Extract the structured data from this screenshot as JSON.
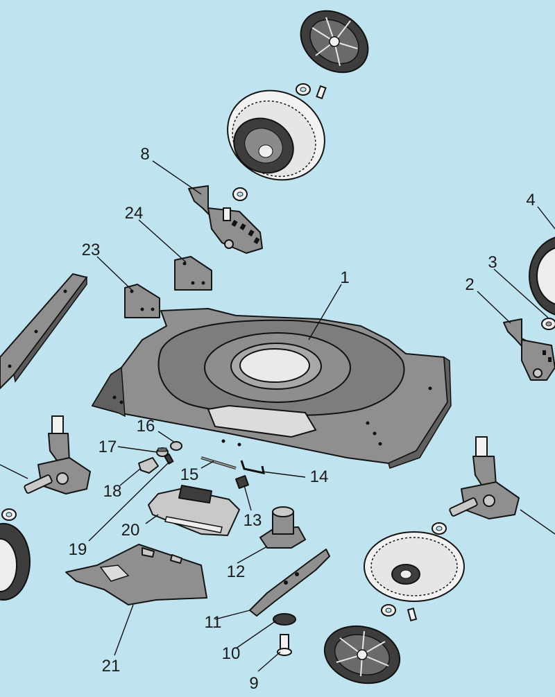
{
  "parts": [
    {
      "id": "1",
      "name": "deck"
    },
    {
      "id": "2",
      "name": "height-adjuster-front-right"
    },
    {
      "id": "3",
      "name": "washer-right"
    },
    {
      "id": "4",
      "name": "wheel-right"
    },
    {
      "id": "8",
      "name": "height-adjuster-rear-top"
    },
    {
      "id": "9",
      "name": "blade-bolt"
    },
    {
      "id": "10",
      "name": "blade-washer"
    },
    {
      "id": "11",
      "name": "blade"
    },
    {
      "id": "12",
      "name": "blade-adapter"
    },
    {
      "id": "13",
      "name": "spring"
    },
    {
      "id": "14",
      "name": "rod-clip"
    },
    {
      "id": "15",
      "name": "rod"
    },
    {
      "id": "16",
      "name": "nut"
    },
    {
      "id": "17",
      "name": "screw"
    },
    {
      "id": "18",
      "name": "clip"
    },
    {
      "id": "19",
      "name": "screw-small"
    },
    {
      "id": "20",
      "name": "rear-flap"
    },
    {
      "id": "21",
      "name": "mulch-plate"
    },
    {
      "id": "23",
      "name": "bracket-left"
    },
    {
      "id": "24",
      "name": "bracket-right"
    }
  ]
}
